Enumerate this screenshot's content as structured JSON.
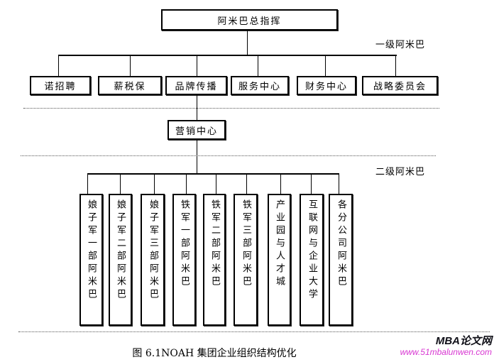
{
  "chart": {
    "type": "org-chart",
    "root": "阿米巴总指挥",
    "level1_label": "一级阿米巴",
    "level2_label": "二级阿米巴",
    "level1_nodes": [
      "诺招聘",
      "薪税保",
      "品牌传播",
      "服务中心",
      "财务中心",
      "战略委员会"
    ],
    "mid_node": "营销中心",
    "level2_nodes": [
      "娘子军一部阿米巴",
      "娘子军二部阿米巴",
      "娘子军三部阿米巴",
      "铁军一部阿米巴",
      "铁军二部阿米巴",
      "铁军三部阿米巴",
      "产业园与人才城",
      "互联网与企业大学",
      "各分公司阿米巴"
    ],
    "edges": {
      "root_to": [
        "诺招聘",
        "薪税保",
        "品牌传播",
        "服务中心",
        "财务中心",
        "战略委员会"
      ],
      "品牌传播_to": [
        "营销中心"
      ],
      "营销中心_to": [
        "娘子军一部阿米巴",
        "娘子军二部阿米巴",
        "娘子军三部阿米巴",
        "铁军一部阿米巴",
        "铁军二部阿米巴",
        "铁军三部阿米巴",
        "产业园与人才城",
        "互联网与企业大学",
        "各分公司阿米巴"
      ]
    },
    "line_color": "#000000",
    "box_border_color": "#000000"
  },
  "caption": "图 6.1NOAH 集团企业组织结构优化",
  "watermark": {
    "title": "MBA论文网",
    "url": "www.51mbalunwen.com",
    "title_color": "#101018",
    "url_color": "#d837d2"
  }
}
